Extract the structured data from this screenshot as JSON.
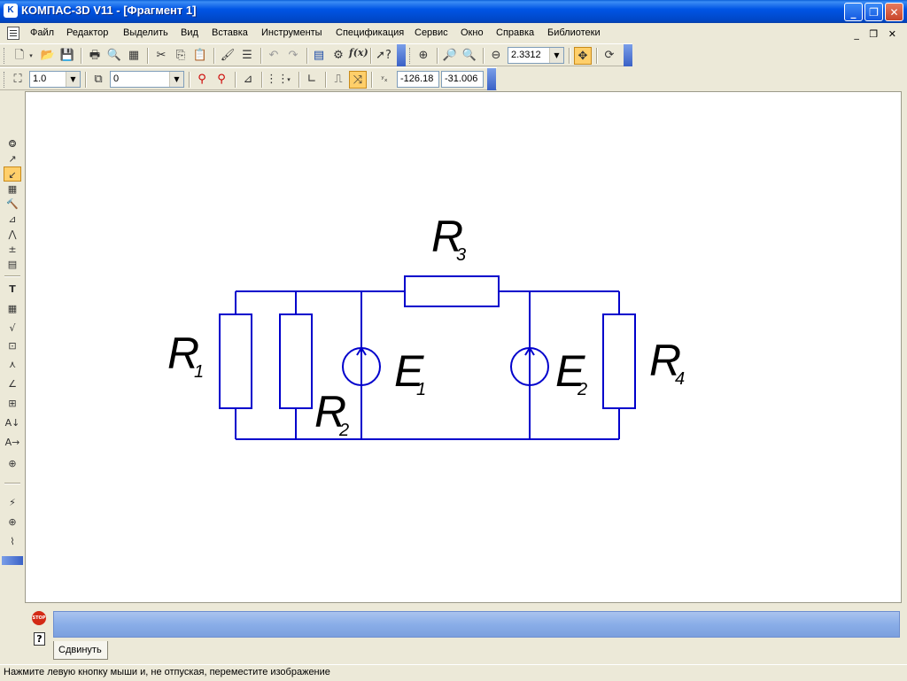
{
  "window": {
    "title": "КОМПАС-3D V11 - [Фрагмент 1]",
    "controls": [
      "_",
      "❐",
      "✕"
    ]
  },
  "menu": {
    "items": [
      "Файл",
      "Редактор",
      "Выделить",
      "Вид",
      "Вставка",
      "Инструменты",
      "Спецификация",
      "Сервис",
      "Окно",
      "Справка",
      "Библиотеки"
    ],
    "mdi_controls": "_ ❐ ✕"
  },
  "toolbar_standard": {
    "zoom_value": "2.3312"
  },
  "toolbar_current_state": {
    "step_value": "1.0",
    "layer_value": "0",
    "coord_x": "-126.18",
    "coord_y": "-31.006"
  },
  "drawing": {
    "labels": [
      {
        "letter": "R",
        "sub": "3"
      },
      {
        "letter": "R",
        "sub": "1"
      },
      {
        "letter": "R",
        "sub": "2"
      },
      {
        "letter": "E",
        "sub": "1"
      },
      {
        "letter": "E",
        "sub": "2"
      },
      {
        "letter": "R",
        "sub": "4"
      }
    ],
    "line_color": "#0000cc"
  },
  "bottom_panel": {
    "stop_label": "STOP",
    "tab_label": "Сдвинуть"
  },
  "status": {
    "text": "Нажмите левую кнопку мыши и, не отпуская, переместите изображение"
  }
}
